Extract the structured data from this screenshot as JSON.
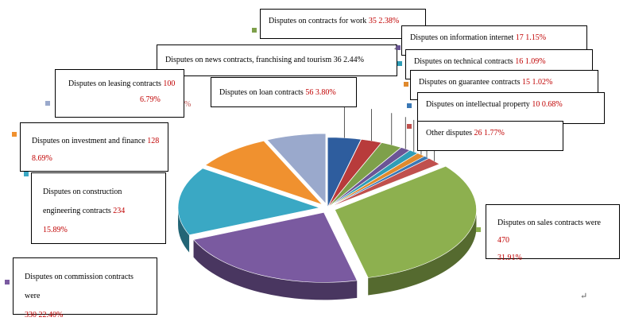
{
  "chart_data": {
    "type": "pie",
    "slices": [
      {
        "label": "Disputes on loan contracts",
        "value": 56,
        "percent": "3.80%",
        "color": "#2e5d9e"
      },
      {
        "label": "Disputes on contracts for work",
        "value": 35,
        "percent": "2.38%",
        "color": "#b83b3b"
      },
      {
        "label": "Disputes on news contracts, franchising and tourism",
        "value": 36,
        "percent": "2.44%",
        "color": "#7ea04a"
      },
      {
        "label": "Disputes on information internet",
        "value": 17,
        "percent": "1.15%",
        "color": "#6b5596"
      },
      {
        "label": "Disputes on technical contracts",
        "value": 16,
        "percent": "1.09%",
        "color": "#2f9db6"
      },
      {
        "label": "Disputes on guarantee contracts",
        "value": 15,
        "percent": "1.02%",
        "color": "#e08a2e"
      },
      {
        "label": "Disputes on intellectual property",
        "value": 10,
        "percent": "0.68%",
        "color": "#3a78b5"
      },
      {
        "label": "Other disputes",
        "value": 26,
        "percent": "1.77%",
        "color": "#c0504d"
      },
      {
        "label": "Disputes on sales contracts were",
        "value": 470,
        "percent": "31.91%",
        "color": "#8db04f"
      },
      {
        "label": "Disputes on commission contracts were",
        "value": 330,
        "percent": "22.40%",
        "color": "#7a5aa0"
      },
      {
        "label": "Disputes on construction engineering contracts",
        "value": 234,
        "percent": "15.89%",
        "color": "#3aa8c4"
      },
      {
        "label": "Disputes on investment and finance",
        "value": 128,
        "percent": "8.69%",
        "color": "#f0912f"
      },
      {
        "label": "Disputes on leasing contracts",
        "value": 100,
        "percent": "6.79%",
        "color": "#9aa9cc"
      }
    ]
  },
  "labels": {
    "work": {
      "text": "Disputes on contracts for work ",
      "value": "35",
      "percent": "2.38%"
    },
    "internet": {
      "text": "Disputes on information internet ",
      "value": "17",
      "percent": "1.15%"
    },
    "technical": {
      "text": "Disputes on technical contracts ",
      "value": "16",
      "percent": "1.09%"
    },
    "guarantee": {
      "text": "Disputes on guarantee contracts ",
      "value": "15",
      "percent": "1.02%"
    },
    "ip": {
      "text": "Disputes on intellectual property ",
      "value": "10",
      "percent": "0.68%"
    },
    "other": {
      "text": "Other disputes ",
      "value": "26",
      "percent": "1.77%"
    },
    "news": {
      "text": "Disputes on news contracts, franchising and tourism 36 2.44%"
    },
    "loan": {
      "text": "Disputes on loan contracts ",
      "value": "56",
      "percent": "3.80%"
    },
    "leasing": {
      "text": "Disputes on leasing contracts ",
      "value": "100",
      "percent": "6.79%"
    },
    "investment": {
      "text": "Disputes on investment and finance ",
      "value": "128",
      "percent": "8.69%"
    },
    "construction": {
      "line1": "Disputes on construction",
      "line2": "engineering contracts ",
      "value": "234",
      "percent": "15.89%"
    },
    "sales": {
      "text": "Disputes on sales contracts were ",
      "value": "470",
      "percent": "31.91%"
    },
    "commission": {
      "text": "Disputes on commission contracts were",
      "value": "330",
      "percent": "22.40%"
    }
  },
  "stray_marks": {
    "percent_sign": "%",
    "two": "2",
    "return_symbol": "↵"
  }
}
